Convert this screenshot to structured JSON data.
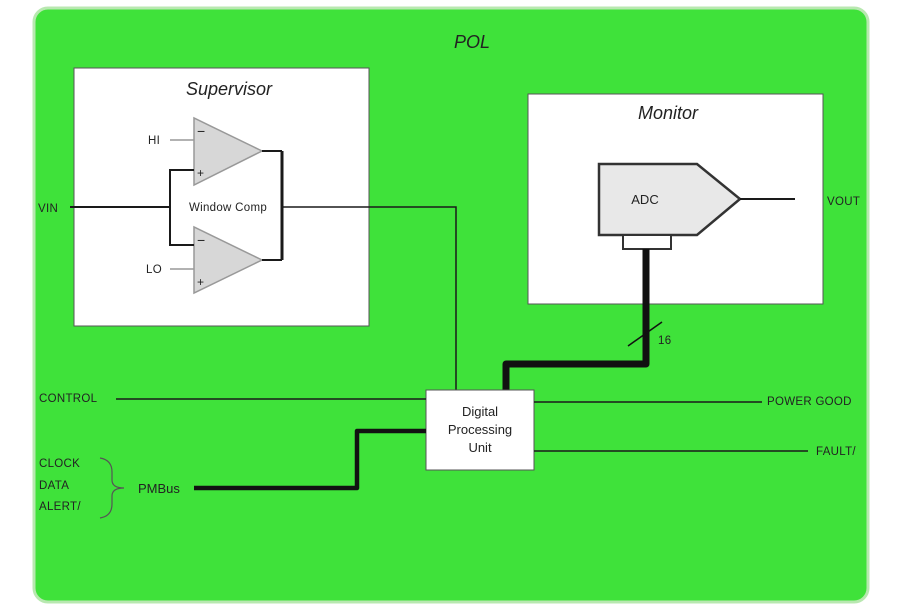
{
  "diagram": {
    "title": "POL",
    "blocks": {
      "supervisor": {
        "title": "Supervisor",
        "window_comp": "Window Comp",
        "hi": "HI",
        "lo": "LO"
      },
      "monitor": {
        "title": "Monitor",
        "adc": "ADC"
      },
      "dpu": {
        "line1": "Digital",
        "line2": "Processing",
        "line3": "Unit"
      }
    },
    "signals": {
      "vin": "VIN",
      "vout": "VOUT",
      "control": "CONTROL",
      "power_good": "POWER GOOD",
      "fault": "FAULT/",
      "clock": "CLOCK",
      "data": "DATA",
      "alert": "ALERT/",
      "pmbus": "PMBus",
      "bus_width": "16"
    },
    "comparator_signs": {
      "minus": "−",
      "plus": "+"
    },
    "colors": {
      "board": "#3fe23a",
      "block": "#ffffff",
      "wire": "#1a1a1a",
      "adc": "#e8e8e8"
    }
  }
}
